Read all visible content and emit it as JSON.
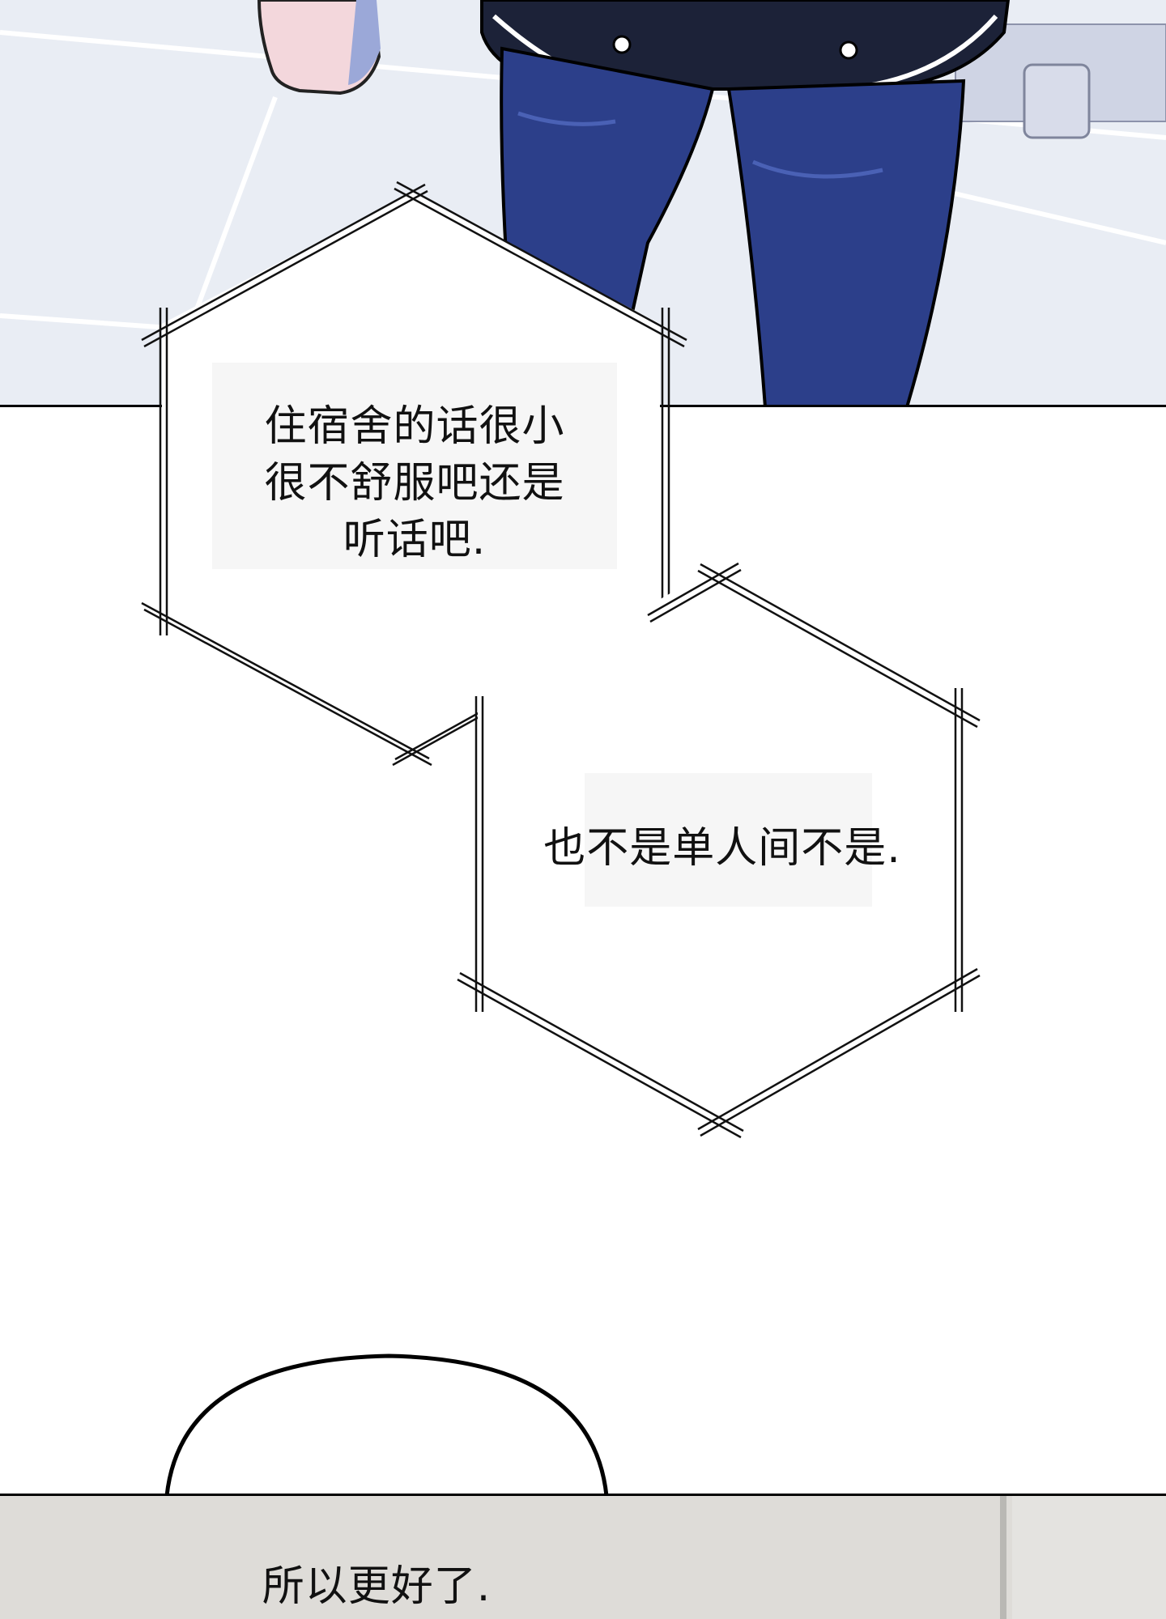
{
  "dialogue": {
    "bubble1": {
      "lines": [
        "住宿舍的话很小",
        "很不舒服吧还是",
        "听话吧."
      ]
    },
    "bubble2": {
      "text": "也不是单人间不是."
    },
    "bubble3": {
      "text": "所以更好了."
    }
  },
  "colors": {
    "sky_floor": "#e9edf4",
    "pants": "#2c3f8a",
    "jacket": "#1c2238",
    "skin": "#f3d7dc",
    "bottom_panel": "#dedcd8"
  }
}
